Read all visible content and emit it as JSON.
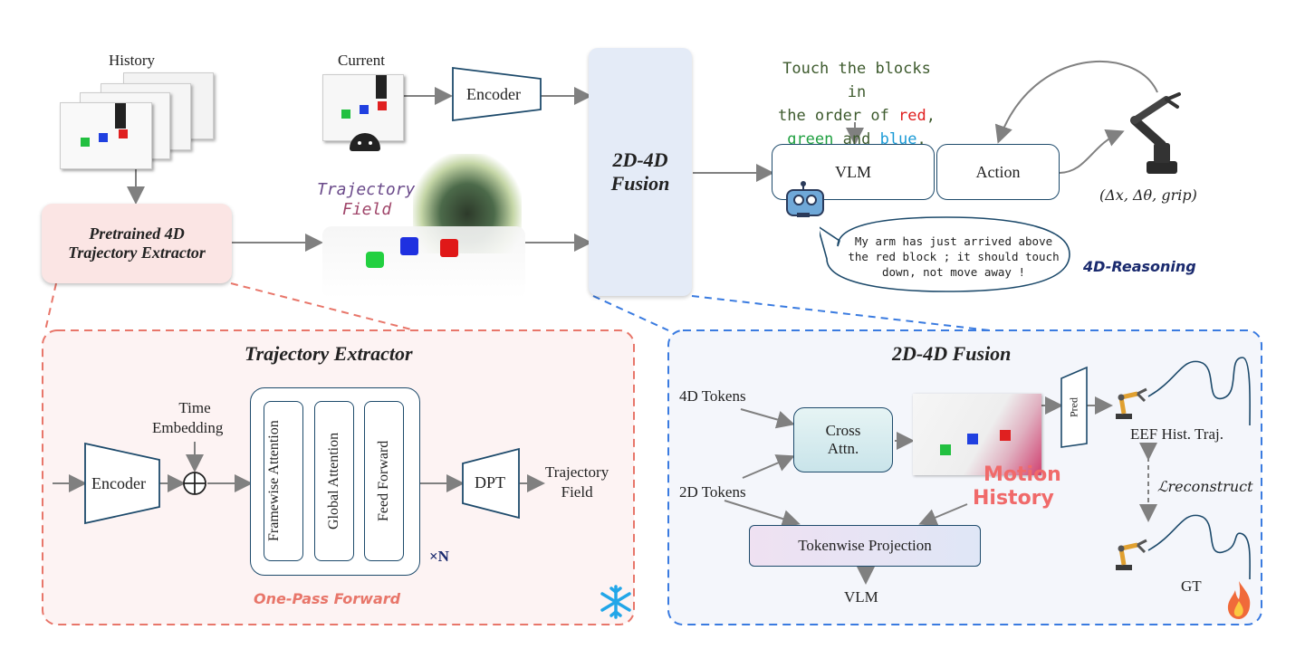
{
  "top": {
    "history_label": "History",
    "current_label": "Current",
    "encoder_label": "Encoder",
    "fusion_label_line1": "2D-4D",
    "fusion_label_line2": "Fusion",
    "extractor_line1": "Pretrained 4D",
    "extractor_line2": "Trajectory Extractor",
    "trajectory_field_line1": "Trajectory",
    "trajectory_field_line2": "Field",
    "instruction_line1": "Touch the blocks in",
    "instruction_line2_prefix": "the order of ",
    "instruction_red": "red",
    "instruction_line2_suffix": ",",
    "instruction_green": "green",
    "instruction_and": " and ",
    "instruction_blue": "blue",
    "instruction_end": ".",
    "vlm_label": "VLM",
    "action_label": "Action",
    "action_output": "(Δx, Δθ, grip)",
    "speech_line1": "My arm has just arrived above",
    "speech_line2": "the red block ; it should touch",
    "speech_line3": "down, not move away !",
    "reasoning_label": "4D-Reasoning"
  },
  "extractor_panel": {
    "title": "Trajectory Extractor",
    "encoder_label": "Encoder",
    "time_embedding_line1": "Time",
    "time_embedding_line2": "Embedding",
    "framewise_label": "Framewise Attention",
    "global_label": "Global Attention",
    "feedforward_label": "Feed Forward",
    "repeat_label": "×N",
    "dpt_label": "DPT",
    "output_line1": "Trajectory",
    "output_line2": "Field",
    "footer_label": "One-Pass Forward"
  },
  "fusion_panel": {
    "title": "2D-4D Fusion",
    "tokens_4d": "4D Tokens",
    "tokens_2d": "2D Tokens",
    "cross_attn_line1": "Cross",
    "cross_attn_line2": "Attn.",
    "motion_line1": "Motion",
    "motion_line2": "History",
    "pred_label": "Pred",
    "eef_label": "EEF Hist. Traj.",
    "loss_label": "ℒreconstruct",
    "gt_label": "GT",
    "tokenwise_label": "Tokenwise Projection",
    "vlm_label": "VLM"
  },
  "colors": {
    "box_border": "#1d4a6b",
    "arrow": "#808080",
    "extractor_dashed": "#e8766a",
    "extractor_fill": "#fdf3f3",
    "fusion_dashed": "#3a7be0",
    "fusion_fill": "#f4f6fb",
    "fusion_center_fill": "#e4ebf7",
    "red": "#e02020",
    "green": "#1fa040",
    "blue": "#1a9ad6",
    "reasoning": "#1a2a6e"
  }
}
